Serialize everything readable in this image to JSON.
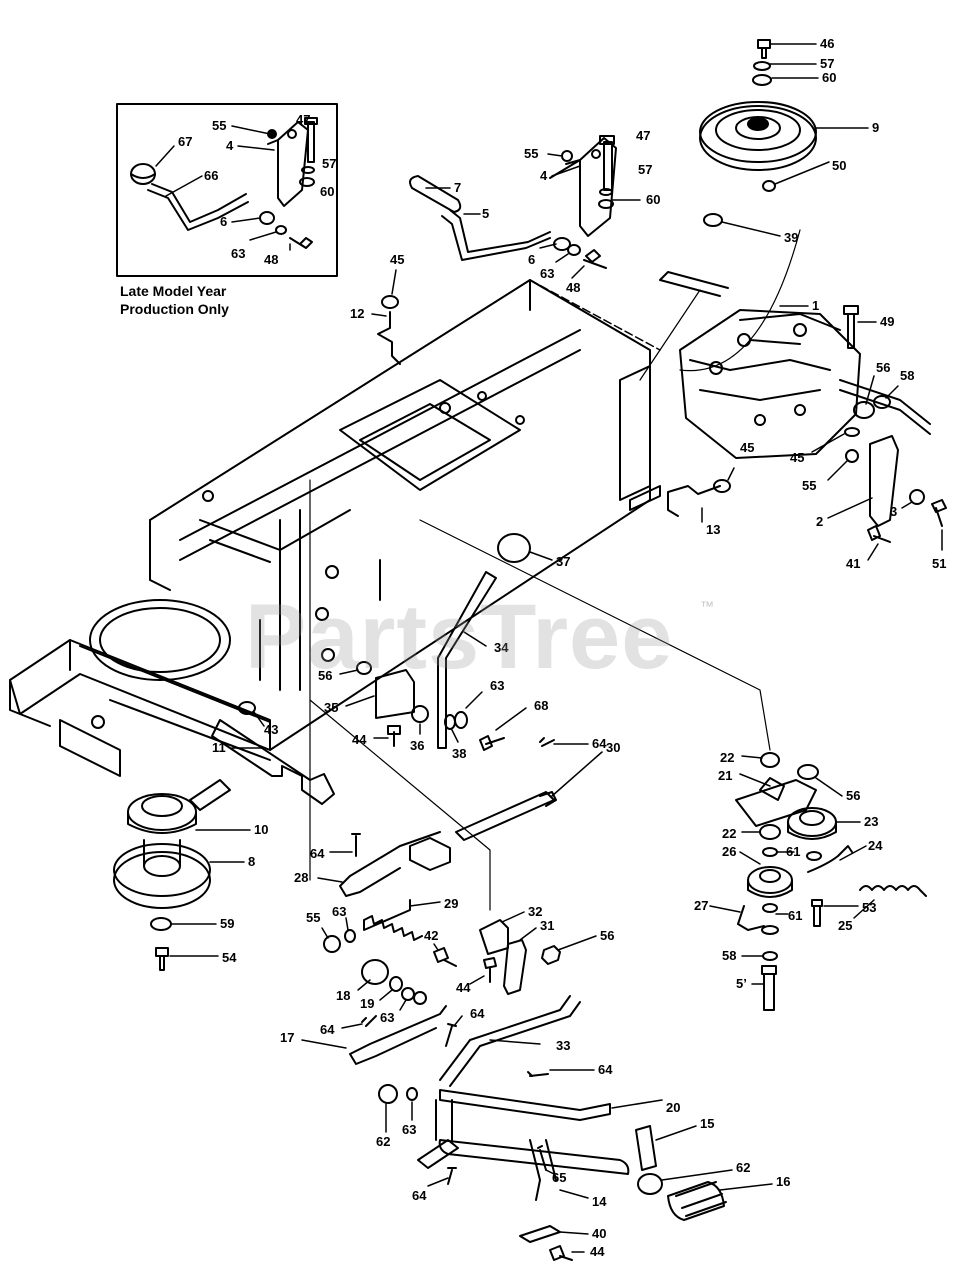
{
  "inset": {
    "caption_line1": "Late Model Year",
    "caption_line2": "Production Only"
  },
  "watermark": {
    "text": "PartsTree",
    "tm": "™"
  },
  "callouts": {
    "c46": "46",
    "c57a": "57",
    "c60a": "60",
    "c9": "9",
    "c50": "50",
    "c39": "39",
    "c55a": "55",
    "c47a": "47",
    "c4a": "4",
    "c57b": "57",
    "c67": "67",
    "c66": "66",
    "c60b": "60",
    "c6a": "6",
    "c63a": "63",
    "c48a": "48",
    "c55b": "55",
    "c47b": "47",
    "c4b": "4",
    "c57c": "57",
    "c7": "7",
    "c5": "5",
    "c60c": "60",
    "c6b": "6",
    "c63b": "63",
    "c48b": "48",
    "c45a": "45",
    "c12": "12",
    "c1": "1",
    "c49": "49",
    "c56a": "56",
    "c58a": "58",
    "c45b": "45",
    "c55c": "55",
    "c45c": "45",
    "c13": "13",
    "c2": "2",
    "c3": "3",
    "c41": "41",
    "c51a": "51",
    "c37": "37",
    "c34": "34",
    "c63c": "63",
    "c56b": "56",
    "c35": "35",
    "c68": "68",
    "c44a": "44",
    "c36": "36",
    "c38": "38",
    "c43": "43",
    "c64a": "64",
    "c22a": "22",
    "c21": "21",
    "c56c": "56",
    "c11": "11",
    "c30": "30",
    "c23": "23",
    "c22b": "22",
    "c10": "10",
    "c26": "26",
    "c61a": "61",
    "c24": "24",
    "c64b": "64",
    "c8": "8",
    "c28": "28",
    "c29": "29",
    "c27": "27",
    "c61b": "61",
    "c53": "53",
    "c25": "25",
    "c59": "59",
    "c55d": "55",
    "c63d": "63",
    "c32": "32",
    "c31": "31",
    "c56d": "56",
    "c42": "42",
    "c58b": "58",
    "c54": "54",
    "c44b": "44",
    "c51b": "5’",
    "c18": "18",
    "c19": "19",
    "c63e": "63",
    "c64c": "64",
    "c17": "17",
    "c64d": "64",
    "c33": "33",
    "c64e": "64",
    "c20": "20",
    "c62a": "62",
    "c63f": "63",
    "c15": "15",
    "c62b": "62",
    "c16": "16",
    "c65": "65",
    "c64f": "64",
    "c14": "14",
    "c40": "40",
    "c44c": "44"
  }
}
